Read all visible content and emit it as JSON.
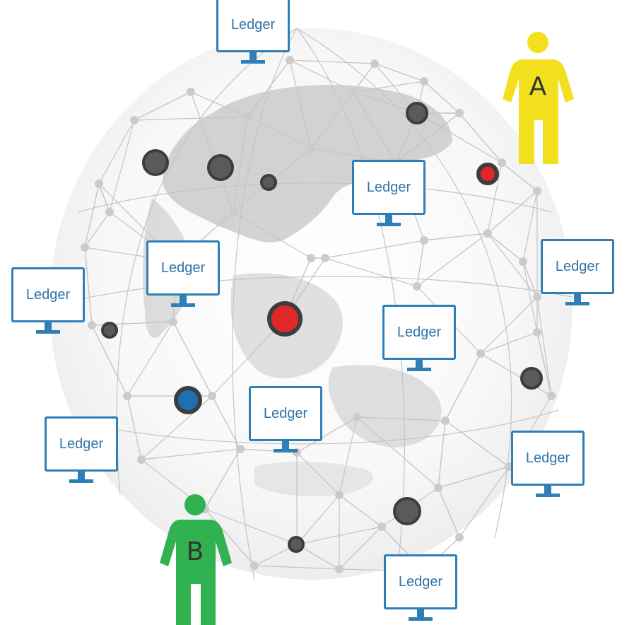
{
  "ledger_label": "Ledger",
  "ledgers": [
    {
      "id": "top"
    },
    {
      "id": "center-right-upper"
    },
    {
      "id": "center-left"
    },
    {
      "id": "far-left"
    },
    {
      "id": "far-right"
    },
    {
      "id": "center-right-lower"
    },
    {
      "id": "center-bottom"
    },
    {
      "id": "left-lower"
    },
    {
      "id": "right-lower"
    },
    {
      "id": "bottom"
    }
  ],
  "people": [
    {
      "id": "person-a",
      "letter": "A",
      "color": "#f2e01e"
    },
    {
      "id": "person-b",
      "letter": "B",
      "color": "#2fb24f"
    }
  ],
  "colors": {
    "monitor": "#2f7fb6",
    "node_dark": "#5a5a5c",
    "node_red": "#e0282a",
    "node_blue": "#1f6fb5",
    "mesh": "#c4c4c4",
    "continents": "#c8c8c8"
  }
}
